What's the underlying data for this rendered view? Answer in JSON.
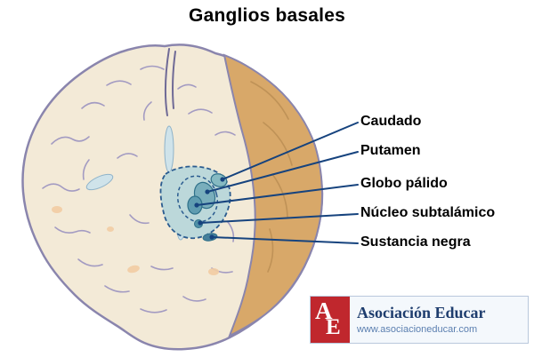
{
  "title": "Ganglios basales",
  "labels": [
    {
      "text": "Caudado"
    },
    {
      "text": "Putamen"
    },
    {
      "text": "Globo pálido"
    },
    {
      "text": "Núcleo subtalámico"
    },
    {
      "text": "Sustancia negra"
    }
  ],
  "logo": {
    "monogram_a": "A",
    "monogram_e": "E",
    "name": "Asociación Educar",
    "url": "www.asociacioneducar.com"
  },
  "colors": {
    "leader_line": "#16437e",
    "cortex_fill": "#f3ead7",
    "hemisphere_tan": "#d8a869",
    "outline_purple": "#8a85ad",
    "sulci_purple": "#a39bc2",
    "gyri_brown": "#bf9257",
    "ventricle_blue": "#cfe3ea",
    "ganglia_light_teal": "#bcd8da",
    "ganglia_dark_teal": "#4f8fa6",
    "dashed_outline": "#2a5b8f",
    "logo_red": "#c0272d",
    "logo_navy": "#1e3d6e",
    "logo_url_blue": "#5b7fb0"
  }
}
